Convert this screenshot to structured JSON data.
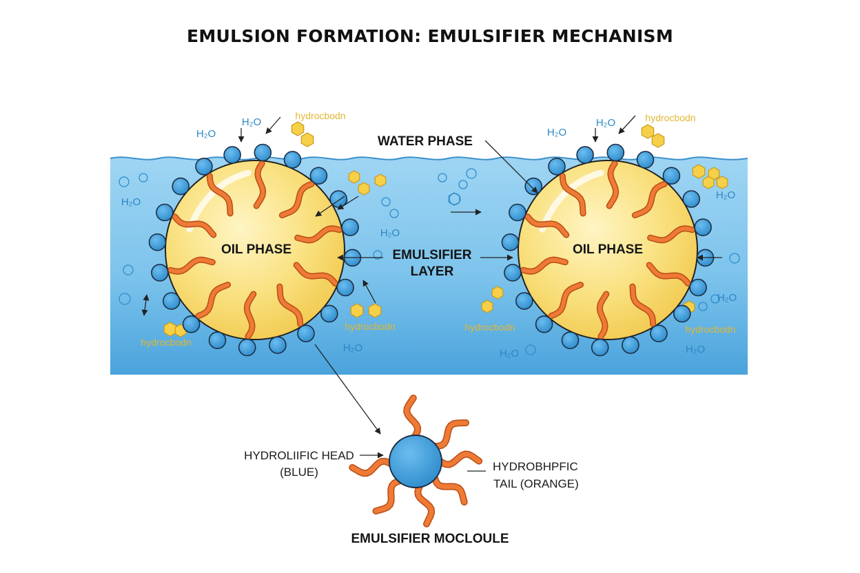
{
  "title": "EMULSION FORMATION: EMULSIFIER MECHANISM",
  "labels": {
    "water_phase": "WATER PHASE",
    "emulsifier_layer_1": "EMULSIFIER",
    "emulsifier_layer_2": "LAYER",
    "oil_phase_left": "OIL PHASE",
    "oil_phase_right": "OIL PHASE",
    "head_1": "HYDROLIIFIC HEAD",
    "head_2": "(BLUE)",
    "tail_1": "HYDROBHPFIC",
    "tail_2": "TAIL (ORANGE)",
    "molecule": "EMULSIFIER MOCLOULE",
    "water": "H₂O",
    "hydrocarbon": "hydrocbodn"
  },
  "colors": {
    "water": "#7cc3ec",
    "oil": "#f9e07e",
    "head": "#3f9ad8",
    "tail": "#ee7a35",
    "hydrocarbon": "#f6d048"
  }
}
